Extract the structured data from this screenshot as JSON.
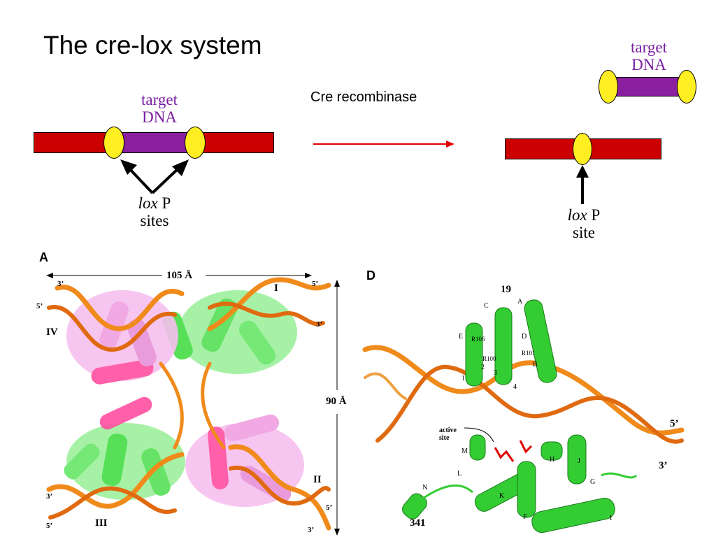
{
  "title": "The cre-lox system",
  "before": {
    "target_label_line1": "target",
    "target_label_line2": "DNA",
    "lox_label_italic": "lox",
    "lox_label_rest": " P",
    "lox_label_line2": "sites"
  },
  "enzyme_label": "Cre recombinase",
  "after": {
    "target_label_line1": "target",
    "target_label_line2": "DNA",
    "lox_label_italic": "lox",
    "lox_label_rest": " P",
    "lox_label_line2": "site"
  },
  "panel_a": {
    "letter": "A",
    "width_label": "105 Å",
    "height_label": "90 Å",
    "dna_labels": [
      "I",
      "II",
      "III",
      "IV"
    ],
    "end_labels": [
      "3’",
      "5’",
      "5’",
      "3’",
      "3’",
      "5’",
      "5’",
      "3’"
    ]
  },
  "panel_d": {
    "letter": "D",
    "n_term": "19",
    "c_term": "341",
    "helix_labels": [
      "A",
      "B",
      "C",
      "D",
      "E",
      "F",
      "G",
      "H",
      "I",
      "J",
      "K",
      "L",
      "M",
      "N"
    ],
    "residue_labels": [
      "R106",
      "R101",
      "R100"
    ],
    "strand_labels": [
      "1",
      "2",
      "3",
      "4"
    ],
    "active_site_line1": "active",
    "active_site_line2": "site",
    "end_5": "5’",
    "end_3": "3’"
  },
  "colors": {
    "dna_red": "#cc0000",
    "target_purple": "#8a1fa0",
    "lox_yellow": "#ffee22",
    "arrow_red": "#e00000",
    "protein_green": "#33cc33",
    "protein_pink": "#f0a0e0",
    "protein_magenta": "#ff4fa0",
    "dna_orange": "#f08a1a"
  }
}
